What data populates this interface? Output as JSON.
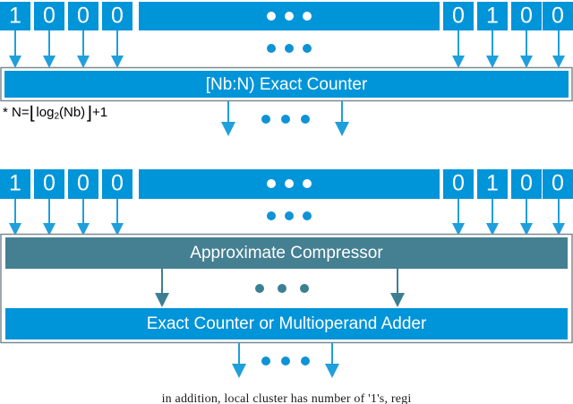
{
  "figure": {
    "title": "Exact Counter and Approximate Compressor bit-column diagram",
    "colors": {
      "blue": "#0094D9",
      "teal": "#447F92",
      "arrow_blue": "#1F9FDB",
      "arrow_teal": "#3C7F92",
      "border_gray": "#808080",
      "white": "#FFFFFF",
      "black": "#000000"
    },
    "diagram_top": {
      "name": "exact-counter-diagram",
      "bits": [
        "1",
        "0",
        "0",
        "0",
        "0",
        "1",
        "0",
        "0"
      ],
      "ellipsis_in_row": "• • •",
      "ellipsis_between": "• • •",
      "block_label": "[Nb:N) Exact Counter",
      "output_ellipsis": "• • •",
      "footnote": "* N=⌊log2(Nb)⌋+1",
      "footnote_parts": {
        "prefix": "* N=",
        "floor_open": "⌊",
        "log_base": "log",
        "subscript": "2",
        "argument": "(Nb)",
        "floor_close": "⌋",
        "suffix": "+1"
      }
    },
    "diagram_bottom": {
      "name": "approximate-compressor-diagram",
      "bits": [
        "1",
        "0",
        "0",
        "0",
        "0",
        "1",
        "0",
        "0"
      ],
      "ellipsis_in_row": "• • •",
      "ellipsis_between": "• • •",
      "compressor_label": "Approximate Compressor",
      "middle_ellipsis": "• • •",
      "adder_label": "Exact Counter or Multioperand Adder",
      "output_ellipsis": "• • •"
    },
    "caption": "in addition, local cluster has number of '1's, regi"
  }
}
